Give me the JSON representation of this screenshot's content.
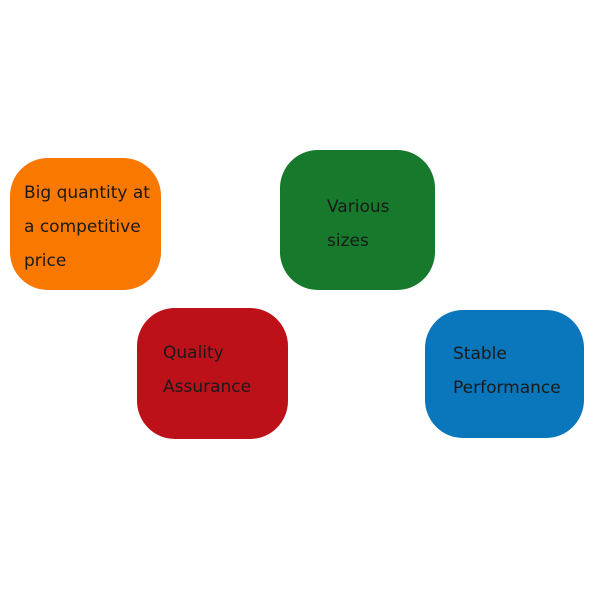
{
  "tiles": {
    "price": {
      "lines": [
        "Big quantity at",
        "a competitive",
        "price"
      ],
      "color": "#f87800"
    },
    "sizes": {
      "lines": [
        "Various",
        "sizes"
      ],
      "color": "#16792b"
    },
    "quality": {
      "lines": [
        "Quality",
        "Assurance"
      ],
      "color": "#bd111a"
    },
    "stable": {
      "lines": [
        "Stable",
        "Performance"
      ],
      "color": "#0a76bb"
    }
  }
}
